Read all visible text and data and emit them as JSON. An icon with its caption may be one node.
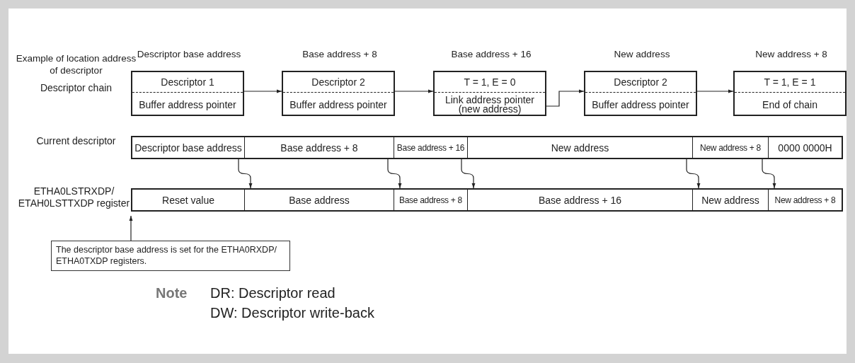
{
  "diagram": {
    "nodes": [
      {
        "text": [
          "Descriptor 1",
          "Buffer address pointer"
        ],
        "beside": [
          "Descriptor base address"
        ]
      },
      {
        "text": [
          "Descriptor 2",
          "Buffer address pointer"
        ],
        "beside": [
          "Base address + 8"
        ]
      },
      {
        "text": [
          "T = 1, E = 0",
          "Link address pointer (new address)"
        ],
        "beside": [
          "Base address + 16"
        ]
      },
      {
        "text": [
          "Descriptor 2",
          "Buffer address pointer"
        ],
        "beside": [
          "New address"
        ]
      },
      {
        "text": [
          "T = 1, E = 1",
          "End of chain"
        ],
        "beside": [
          "New address + 8"
        ]
      },
      {
        "text": [
          "Descriptor base address"
        ]
      },
      {
        "text": [
          "Base address + 8"
        ]
      },
      {
        "text": [
          "Base address + 16"
        ]
      },
      {
        "text": [
          "New address"
        ]
      },
      {
        "text": [
          "New address + 8"
        ]
      },
      {
        "text": [
          "0000 0000H"
        ]
      },
      {
        "text": [
          "Reset value"
        ]
      },
      {
        "text": [
          "Base address"
        ]
      },
      {
        "text": [
          "Base address + 8"
        ]
      },
      {
        "text": [
          "Base address + 16"
        ]
      },
      {
        "text": [
          "New address"
        ]
      },
      {
        "text": [
          "New address + 8"
        ]
      },
      {
        "text": [
          "The descriptor base address is set for the ETHA0RXDP/ ETHA0TXDP registers."
        ]
      }
    ],
    "edges": [
      {
        "from": 0,
        "to": 1,
        "arrow": "to"
      },
      {
        "from": 1,
        "to": 2,
        "arrow": "to"
      },
      {
        "from": 2,
        "to": 3,
        "arrow": "to"
      },
      {
        "from": 3,
        "to": 4,
        "arrow": "to"
      },
      {
        "from": 5,
        "to": 12,
        "arrow": "to"
      },
      {
        "from": 6,
        "to": 13,
        "arrow": "to"
      },
      {
        "from": 7,
        "to": 14,
        "arrow": "to"
      },
      {
        "from": 8,
        "to": 15,
        "arrow": "to"
      },
      {
        "from": 9,
        "to": 16,
        "arrow": "to"
      },
      {
        "from": 17,
        "to": 11,
        "arrow": "to"
      }
    ],
    "labels": [
      "Example of location address of descriptor",
      "Descriptor chain",
      "Current descriptor",
      "ETHA0LSTRXDP/ ETAH0LSTTXDP register",
      "Note",
      "DR: Descriptor read",
      "DW: Descriptor write-back"
    ]
  }
}
